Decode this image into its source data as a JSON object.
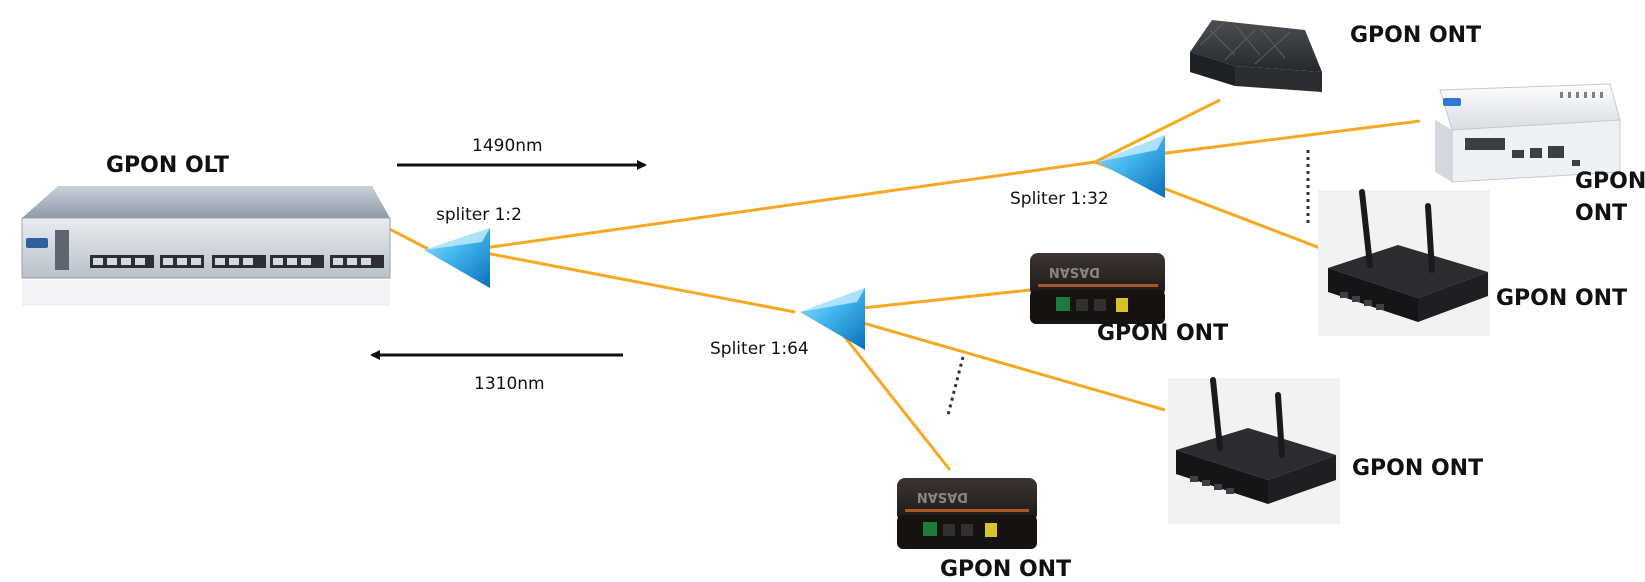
{
  "olt": {
    "label": "GPON OLT"
  },
  "wavelengths": {
    "downstream": "1490nm",
    "upstream": "1310nm"
  },
  "splitters": {
    "s1": "spliter 1:2",
    "s2": "Spliter 1:32",
    "s3": "Spliter 1:64"
  },
  "onts": {
    "top_box": "GPON ONT",
    "white_box_line1": "GPON",
    "white_box_line2": "ONT",
    "router_upper": "GPON ONT",
    "dasan_middle": "GPON ONT",
    "router_lower": "GPON ONT",
    "dasan_bottom": "GPON ONT"
  },
  "colors": {
    "fiber": "#f7a823",
    "splitter": "#1a8fd6",
    "splitter_light": "#8fd3f5"
  }
}
